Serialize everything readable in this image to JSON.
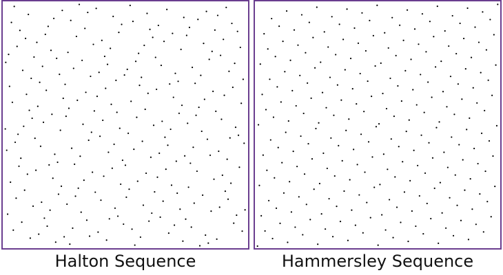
{
  "panels": {
    "left": {
      "caption": "Halton Sequence",
      "sequence": "halton",
      "bases": [
        2,
        3
      ],
      "point_count": 256
    },
    "right": {
      "caption": "Hammersley Sequence",
      "sequence": "hammersley",
      "bases": [
        2
      ],
      "point_count": 256
    }
  },
  "colors": {
    "border": "#6a3d8f",
    "point": "#000000",
    "background": "#ffffff"
  }
}
